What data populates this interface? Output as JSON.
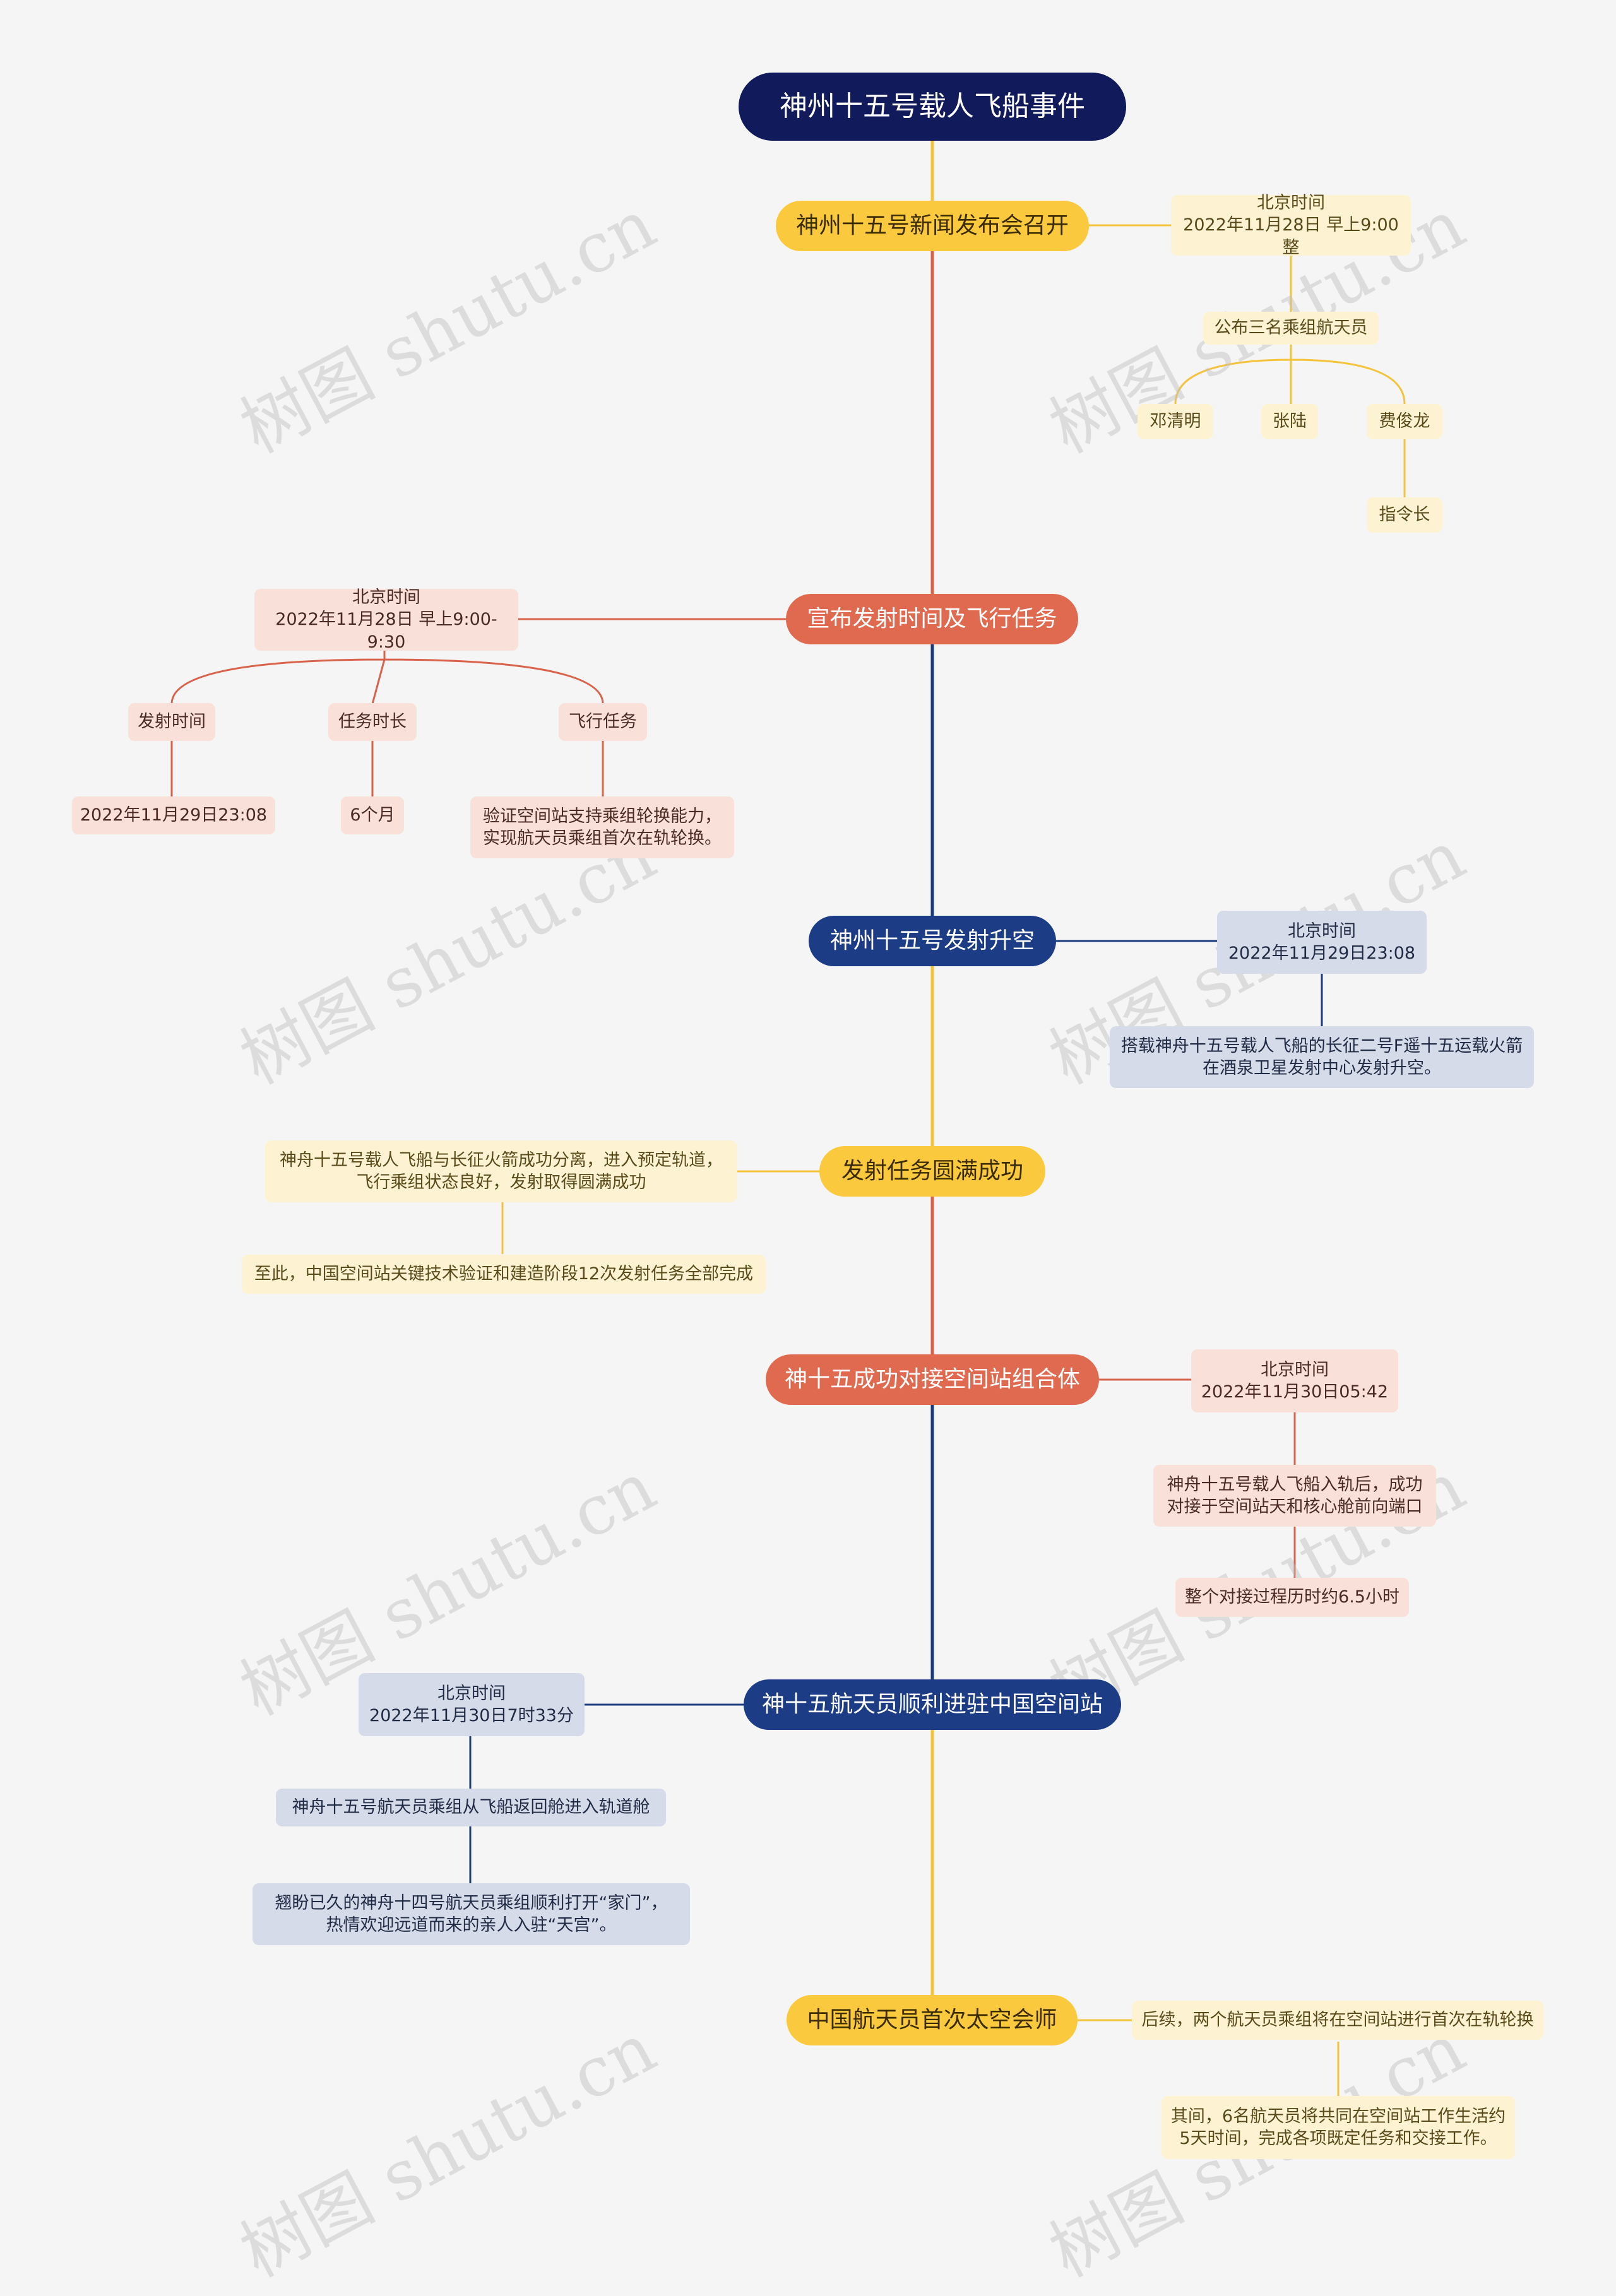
{
  "watermark": "树图 shutu.cn",
  "colors": {
    "yellow": "#f5c33b",
    "red": "#d9634a",
    "navy": "#1c3a7e",
    "root": "#111a5a"
  },
  "root": {
    "label": "神州十五号载人飞船事件"
  },
  "topics": [
    {
      "label": "神州十五号新闻发布会召开",
      "details": {
        "time": "北京时间\n2022年11月28日 早上9:00整",
        "announce": "公布三名乘组航天员",
        "astronauts": [
          "邓清明",
          "张陆",
          "费俊龙"
        ],
        "commander": "指令长"
      }
    },
    {
      "label": "宣布发射时间及飞行任务",
      "details": {
        "time": "北京时间\n2022年11月28日 早上9:00-9:30",
        "items": [
          {
            "label": "发射时间",
            "value": "2022年11月29日23:08"
          },
          {
            "label": "任务时长",
            "value": "6个月"
          },
          {
            "label": "飞行任务",
            "value": "验证空间站支持乘组轮换能力，\n实现航天员乘组首次在轨轮换。"
          }
        ]
      }
    },
    {
      "label": "神州十五号发射升空",
      "details": {
        "time": "北京时间\n2022年11月29日23:08",
        "desc": "搭载神舟十五号载人飞船的长征二号F遥十五运载火箭\n在酒泉卫星发射中心发射升空。"
      }
    },
    {
      "label": "发射任务圆满成功",
      "details": {
        "desc": "神舟十五号载人飞船与长征火箭成功分离，进入预定轨道，\n飞行乘组状态良好，发射取得圆满成功",
        "note": "至此，中国空间站关键技术验证和建造阶段12次发射任务全部完成"
      }
    },
    {
      "label": "神十五成功对接空间站组合体",
      "details": {
        "time": "北京时间\n2022年11月30日05:42",
        "desc": "神舟十五号载人飞船入轨后，成功\n对接于空间站天和核心舱前向端口",
        "note": "整个对接过程历时约6.5小时"
      }
    },
    {
      "label": "神十五航天员顺利进驻中国空间站",
      "details": {
        "time": "北京时间\n2022年11月30日7时33分",
        "desc": "神舟十五号航天员乘组从飞船返回舱进入轨道舱",
        "note": "翘盼已久的神舟十四号航天员乘组顺利打开“家门”，\n热情欢迎远道而来的亲人入驻“天宫”。"
      }
    },
    {
      "label": "中国航天员首次太空会师",
      "details": {
        "desc": "后续，两个航天员乘组将在空间站进行首次在轨轮换",
        "note": "其间，6名航天员将共同在空间站工作生活约\n5天时间，完成各项既定任务和交接工作。"
      }
    }
  ]
}
